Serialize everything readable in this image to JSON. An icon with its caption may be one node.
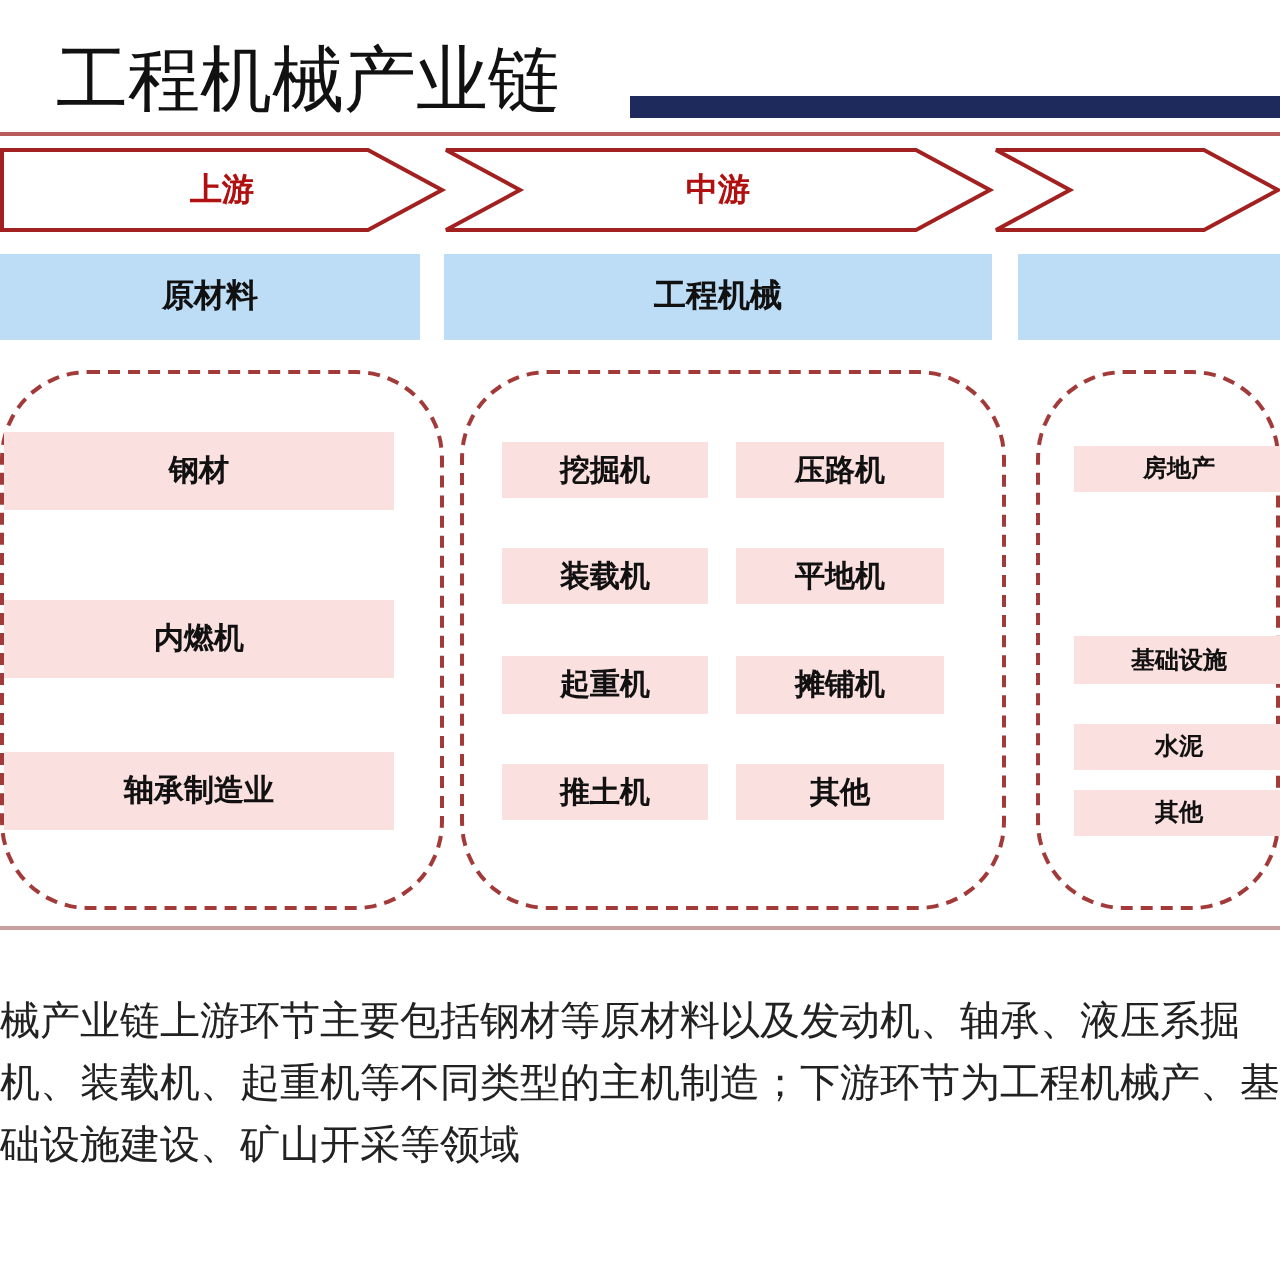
{
  "diagram": {
    "title": "工程机械产业链",
    "nodes": [
      {
        "text": [
          "上游"
        ]
      },
      {
        "text": [
          "中游"
        ]
      },
      {
        "text": [],
        "shape": "chevron"
      },
      {
        "text": [
          "原材料"
        ]
      },
      {
        "text": [
          "工程机械"
        ]
      },
      {
        "text": [],
        "shape": "bar"
      },
      {
        "text": [],
        "shape": "box"
      },
      {
        "text": [
          "钢材"
        ],
        "in": 6
      },
      {
        "text": [
          "内燃机"
        ],
        "in": 6
      },
      {
        "text": [
          "轴承制造业"
        ],
        "in": 6
      },
      {
        "text": [],
        "shape": "box"
      },
      {
        "text": [
          "挖掘机"
        ],
        "in": 10
      },
      {
        "text": [
          "压路机"
        ],
        "in": 10
      },
      {
        "text": [
          "装载机"
        ],
        "in": 10
      },
      {
        "text": [
          "平地机"
        ],
        "in": 10
      },
      {
        "text": [
          "起重机"
        ],
        "in": 10
      },
      {
        "text": [
          "摊铺机"
        ],
        "in": 10
      },
      {
        "text": [
          "推土机"
        ],
        "in": 10
      },
      {
        "text": [
          "其他"
        ],
        "in": 10
      },
      {
        "text": [],
        "shape": "box"
      },
      {
        "text": [
          "房地产"
        ],
        "in": 19
      },
      {
        "text": [
          "基础设施"
        ],
        "in": 19
      },
      {
        "text": [
          "水泥"
        ],
        "in": 19
      },
      {
        "text": [
          "其他"
        ],
        "in": 19
      }
    ],
    "labels": [
      "械产业链上游环节主要包括钢材等原材料以及发动机、轴承、液压系掘机、装载机、起重机等不同类型的主机制造；下游环节为工程机械产、基础设施建设、矿山开采等领域"
    ]
  }
}
